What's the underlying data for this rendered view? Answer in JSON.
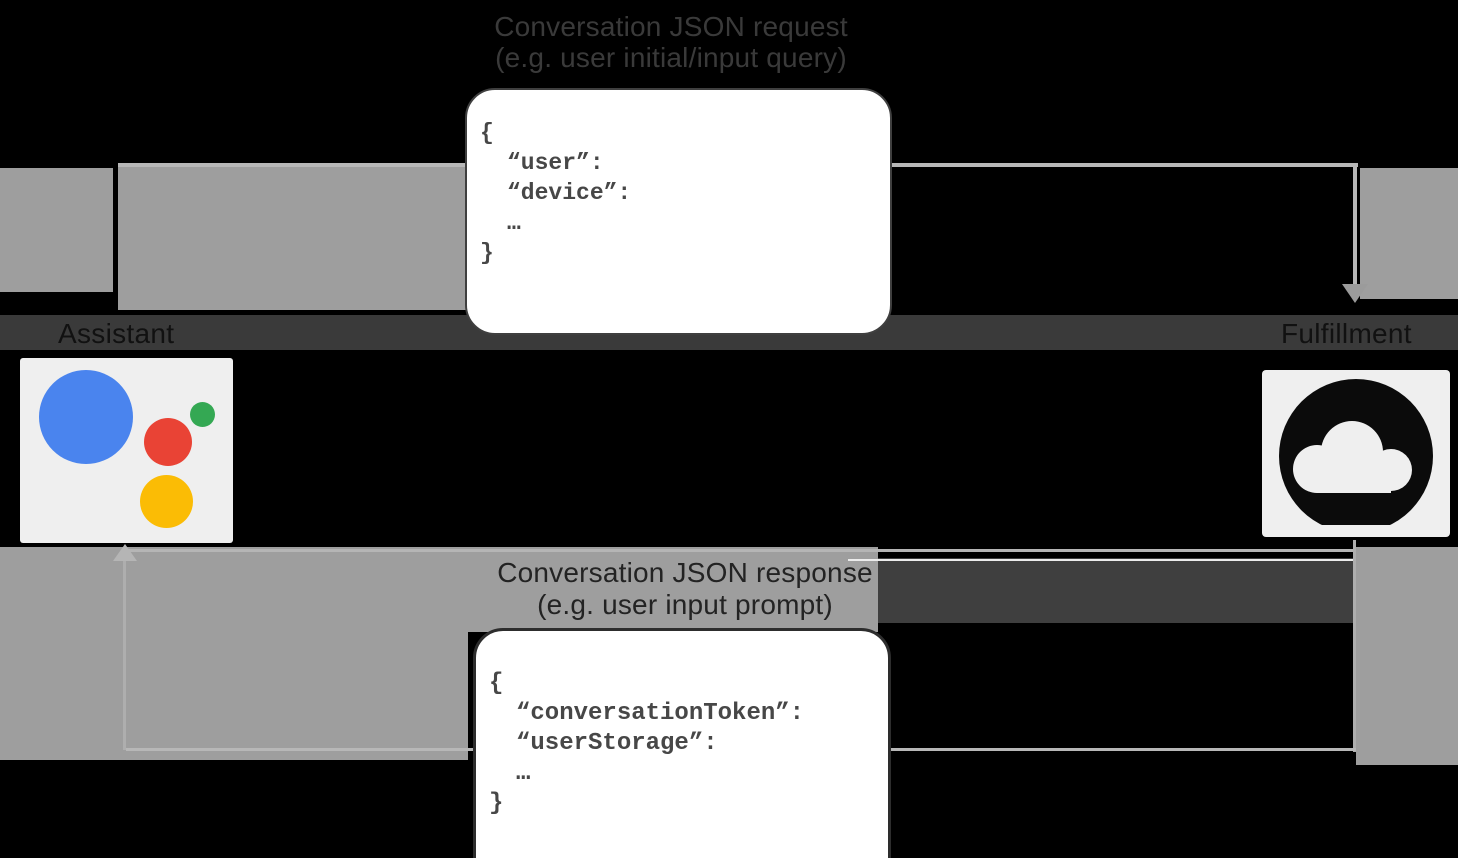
{
  "top_flow": {
    "title_line1": "Conversation JSON request",
    "title_line2": "(e.g. user initial/input query)",
    "request_json": {
      "lines": [
        "{",
        "“user”:",
        "“device”:",
        "…",
        "}"
      ]
    }
  },
  "bottom_flow": {
    "title_line1": "Conversation JSON response",
    "title_line2": "(e.g. user input prompt)",
    "response_json": {
      "lines": [
        "{",
        "“conversationToken”:",
        "“userStorage”:",
        "…",
        "}"
      ]
    }
  },
  "actors": {
    "assistant": {
      "label": "Assistant"
    },
    "fulfillment": {
      "label": "Fulfillment"
    }
  },
  "icons": {
    "assistant_logo": {
      "name": "google-assistant-icon",
      "blue": "#4a84ee",
      "red": "#e94335",
      "green": "#34a853",
      "yellow": "#fbbc05"
    },
    "cloud": {
      "name": "cloud-icon",
      "disc": "#0b0b0b",
      "cloud_fill": "#efefef"
    }
  },
  "colors": {
    "background": "#000000",
    "gray_band": "#9e9e9e",
    "dark_band": "#3a3a3a",
    "arrow": "#b7b7b7",
    "code_text": "#474747",
    "box_fill": "#ffffff"
  }
}
